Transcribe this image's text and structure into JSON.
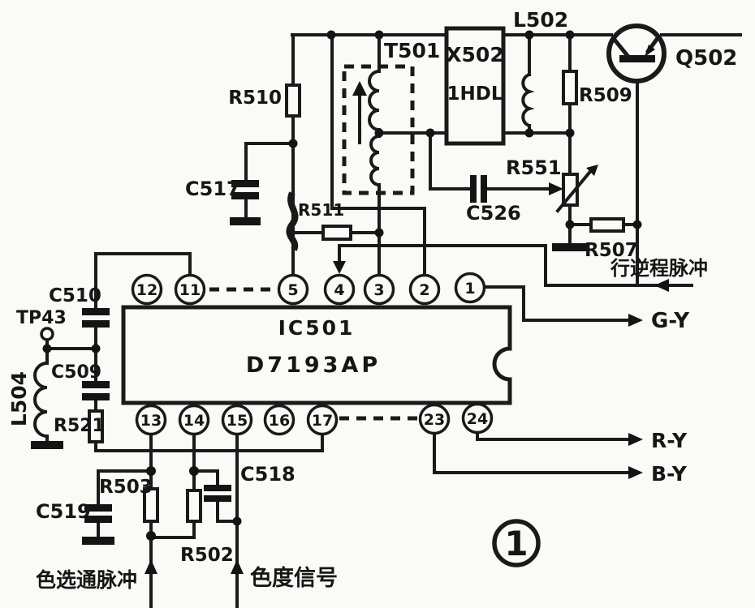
{
  "ic": {
    "ref": "IC501",
    "part": "D7193AP"
  },
  "pins_top": [
    "12",
    "11",
    "5",
    "4",
    "3",
    "2",
    "1"
  ],
  "pins_bottom": [
    "13",
    "14",
    "15",
    "16",
    "17",
    "23",
    "24"
  ],
  "labels": {
    "r510": "R510",
    "c517": "C517",
    "r511": "R511",
    "t501": "T501",
    "x502": "X502",
    "x502_mark": "1HDL",
    "l502": "L502",
    "r509": "R509",
    "q502": "Q502",
    "r551": "R551",
    "c526": "C526",
    "r507": "R507",
    "c510": "C510",
    "tp43": "TP43",
    "c509": "C509",
    "l504": "L504",
    "r521": "R521",
    "c519": "C519",
    "r503": "R503",
    "r502": "R502",
    "c518": "C518"
  },
  "signals": {
    "flyback": "行逆程脉冲",
    "g_y": "G-Y",
    "r_y": "R-Y",
    "b_y": "B-Y",
    "gate": "色选通脉冲",
    "chroma": "色度信号"
  },
  "figure_number": "1",
  "colors": {
    "ink": "#1a1a1a",
    "paper": "#fafaf7"
  }
}
